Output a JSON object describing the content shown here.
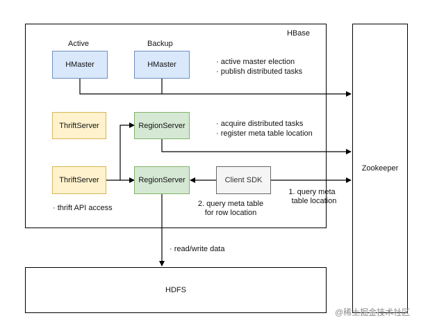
{
  "hbase": {
    "title": "HBase"
  },
  "zookeeper": {
    "label": "Zookeeper"
  },
  "hdfs": {
    "label": "HDFS"
  },
  "masters": {
    "active_caption": "Active",
    "backup_caption": "Backup",
    "active_label": "HMaster",
    "backup_label": "HMaster",
    "notes": [
      "· active master election",
      "· publish distributed tasks"
    ]
  },
  "regionservers": {
    "thrift_top": "ThriftServer",
    "thrift_bottom": "ThriftServer",
    "rs_top": "RegionServer",
    "rs_bottom": "RegionServer",
    "notes": [
      "· acquire distributed tasks",
      "· register meta table location"
    ],
    "thrift_note": "· thrift API access"
  },
  "client": {
    "label": "Client SDK",
    "query_zk": [
      "1. query meta",
      "table location"
    ],
    "query_rs": [
      "2. query meta table",
      "for row location"
    ]
  },
  "io": {
    "label": "· read/write data"
  },
  "watermark": "@稀土掘金技术社区",
  "colors": {
    "blue_fill": "#dae8fc",
    "blue_stroke": "#6c8ebf",
    "yellow_fill": "#fff2cc",
    "yellow_stroke": "#d6b656",
    "green_fill": "#d5e8d4",
    "green_stroke": "#82b366",
    "gray_fill": "#f5f5f5",
    "gray_stroke": "#666666"
  }
}
